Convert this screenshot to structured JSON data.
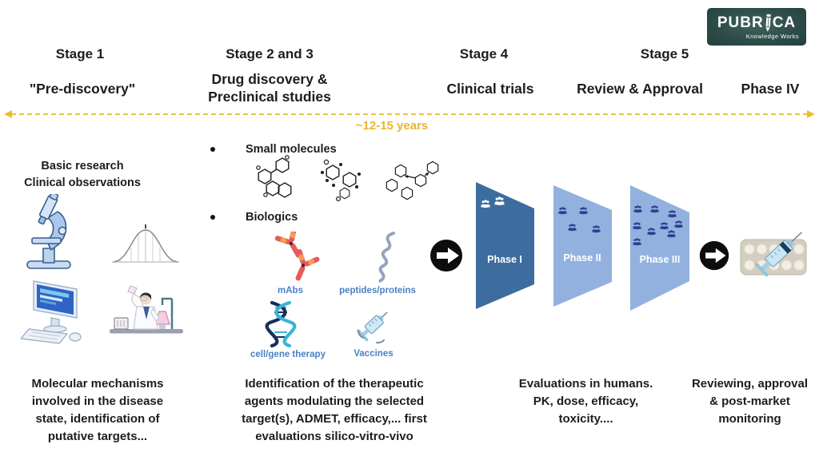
{
  "logo": {
    "name_pre": "PUBR",
    "name_post": "CA",
    "tagline": "Knowledge Works"
  },
  "header": {
    "stage1": {
      "title": "Stage 1",
      "subtitle": "\"Pre-discovery\""
    },
    "stage23": {
      "title": "Stage 2 and 3",
      "subtitle_line1": "Drug discovery &",
      "subtitle_line2": "Preclinical studies"
    },
    "stage4": {
      "title": "Stage 4",
      "subtitle": "Clinical trials"
    },
    "stage5": {
      "title": "Stage 5",
      "subtitle": "Review & Approval"
    },
    "phase4": {
      "subtitle": "Phase IV"
    }
  },
  "timeline": {
    "duration": "~12-15 years"
  },
  "stage1": {
    "top_lines": [
      "Basic research",
      "Clinical observations"
    ],
    "icons": [
      "microscope",
      "bell-curve",
      "desktop-computer",
      "scientist-at-bench"
    ],
    "caption": [
      "Molecular mechanisms",
      "involved in the disease",
      "state, identification of",
      "putative targets..."
    ]
  },
  "stage23": {
    "bullet1": "Small molecules",
    "bullet2": "Biologics",
    "labels": {
      "mabs": "mAbs",
      "peptides": "peptides/proteins",
      "cellgene": "cell/gene therapy",
      "vaccines": "Vaccines"
    },
    "caption": [
      "Identification of the therapeutic",
      "agents modulating the selected",
      "target(s), ADMET, efficacy,... first",
      "evaluations silico-vitro-vivo"
    ]
  },
  "trials": {
    "phases": [
      {
        "label": "Phase I",
        "participants": 2
      },
      {
        "label": "Phase II",
        "participants": 4
      },
      {
        "label": "Phase III",
        "participants": 9
      }
    ],
    "caption": [
      "Evaluations in humans.",
      "PK, dose, efficacy,",
      "toxicity...."
    ]
  },
  "phase4": {
    "caption": [
      "Reviewing, approval",
      "& post-market",
      "monitoring"
    ]
  },
  "colors": {
    "timeline_gold": "#ecbc38",
    "duration_gold": "#eab431",
    "phase1_blue": "#3c6d9e",
    "phase23_blue": "#93b1de",
    "people_navy": "#2e3d91",
    "bio_label_blue": "#4a80c4",
    "antibody_red": "#e85a5a",
    "antibody_orange": "#f2a050",
    "logo_bg": "#2a4845",
    "text": "#1d1d1d"
  }
}
